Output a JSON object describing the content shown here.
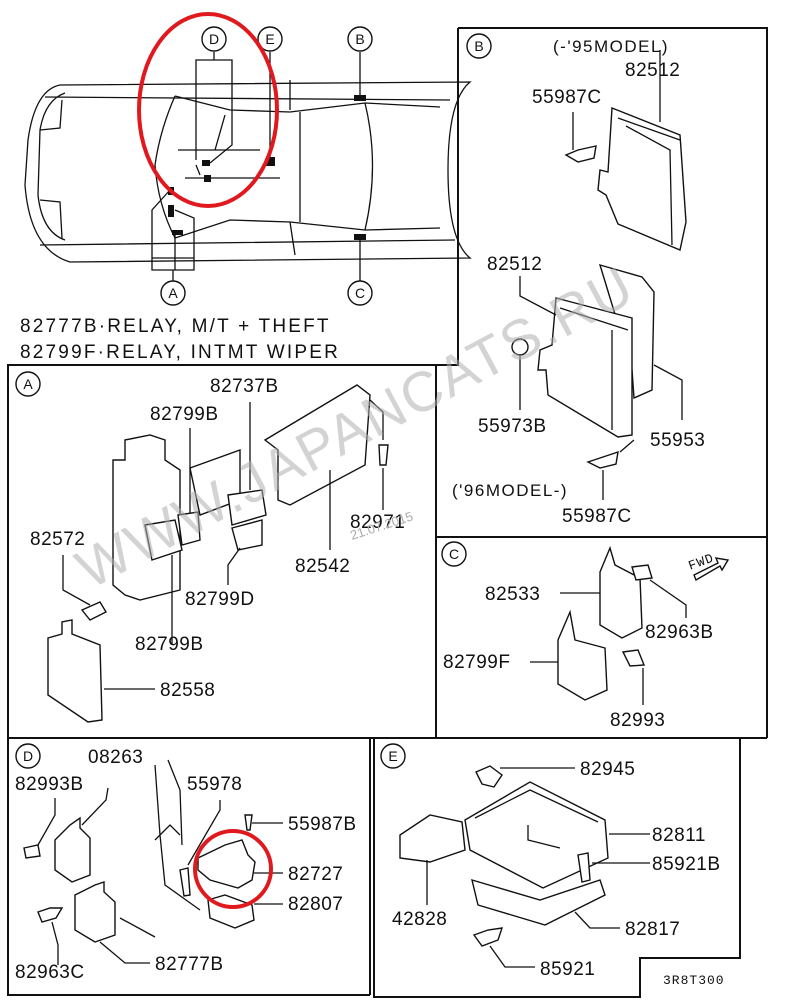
{
  "diagram": {
    "code": "3R8T300",
    "legend": [
      {
        "part": "82777B",
        "desc": "RELAY, M/T + THEFT",
        "text": "82777B·RELAY, M/T  +  THEFT"
      },
      {
        "part": "82799F",
        "desc": "RELAY, INTMT WIPER",
        "text": "82799F·RELAY, INTMT WIPER"
      }
    ],
    "overview": {
      "callouts": [
        "D",
        "E",
        "B",
        "A",
        "C"
      ],
      "highlight": "D"
    },
    "panels": {
      "A": {
        "letter": "A",
        "labels": [
          "82737B",
          "82799B",
          "82572",
          "82971",
          "82542",
          "82799D",
          "82799B",
          "82558"
        ]
      },
      "B": {
        "letter": "B",
        "note_top": "(-'95MODEL)",
        "note_bottom": "('96MODEL-)",
        "labels": [
          "82512",
          "55987C",
          "82512",
          "55973B",
          "55953",
          "55987C"
        ]
      },
      "C": {
        "letter": "C",
        "fwd": "FWD",
        "labels": [
          "82533",
          "82963B",
          "82799F",
          "82993"
        ]
      },
      "D": {
        "letter": "D",
        "highlight_part": "82727",
        "labels": [
          "08263",
          "82993B",
          "55978",
          "55987B",
          "82727",
          "82807",
          "82963C",
          "82777B"
        ]
      },
      "E": {
        "letter": "E",
        "labels": [
          "82945",
          "82811",
          "85921B",
          "42828",
          "82817",
          "85921"
        ]
      }
    },
    "watermark": {
      "text": "WWW.JAPANCATS.RU",
      "date": "21.07.2015"
    },
    "colors": {
      "highlight": "#e0191f",
      "ink": "#111111",
      "watermark": "#b0b0b0"
    }
  }
}
